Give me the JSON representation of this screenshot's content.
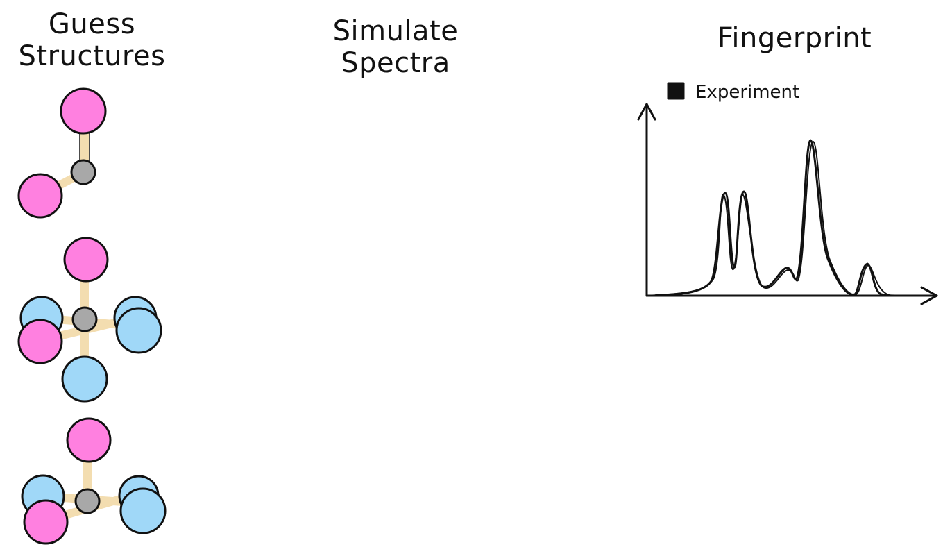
{
  "columns": {
    "guess": {
      "title": "Guess\nStructures"
    },
    "simulate": {
      "title": "Simulate\nSpectra"
    },
    "fingerprint": {
      "title": "Fingerprint"
    }
  },
  "legend": {
    "label": "Experiment"
  },
  "colors": {
    "oxygen": "#ff80e0",
    "fluorine": "#a0d8f8",
    "center": "#a8a8a8",
    "bond": "#f3ddb0",
    "stroke": "#111111"
  },
  "molecules": [
    {
      "name": "molecule-1",
      "atoms": [
        "center",
        "oxygen",
        "oxygen"
      ]
    },
    {
      "name": "molecule-2",
      "atoms": [
        "center",
        "oxygen",
        "oxygen",
        "fluorine",
        "fluorine",
        "fluorine",
        "fluorine"
      ]
    },
    {
      "name": "molecule-3",
      "atoms": [
        "center",
        "oxygen",
        "oxygen",
        "fluorine",
        "fluorine",
        "fluorine"
      ]
    }
  ]
}
